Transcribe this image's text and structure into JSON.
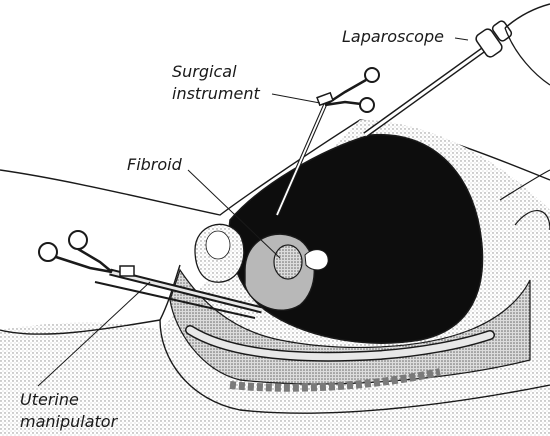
{
  "labels": {
    "laparoscope": "Laparoscope",
    "surgical_instrument_line1": "Surgical",
    "surgical_instrument_line2": "instrument",
    "fibroid": "Fibroid",
    "uterine_manipulator_line1": "Uterine",
    "uterine_manipulator_line2": "manipulator"
  },
  "colors": {
    "ink": "#1a1a1a",
    "abdominal_cavity": "#0d0d0d",
    "tissue_shade": "#cfcfcf",
    "uterus_shade": "#b8b8b8",
    "background": "#ffffff"
  }
}
